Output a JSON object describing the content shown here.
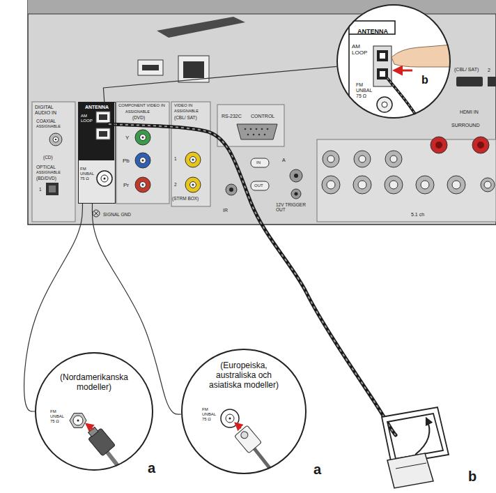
{
  "diagram": {
    "nodes": [
      {
        "text": [
          "ANTENNA",
          "AM LOOP",
          "FM UNBAL 75 Ω"
        ]
      },
      {
        "text": [
          "ANTENNA",
          "AM LOOP",
          "FM UNBAL 75 Ω",
          "b"
        ]
      },
      {
        "text": [
          "(Nordamerikanska modeller)",
          "FM UNBAL 75 Ω"
        ]
      },
      {
        "text": [
          "(Europeiska, australiska och asiatiska modeller)",
          "FM UNBAL 75 Ω"
        ]
      }
    ],
    "edges": [
      {
        "from": 0,
        "to": 1,
        "arrow": "none"
      },
      {
        "from": 0,
        "to": 2,
        "arrow": "none"
      },
      {
        "from": 0,
        "to": 3,
        "arrow": "none"
      }
    ],
    "labels": [
      "DIGITAL AUDIO IN",
      "COAXIAL",
      "ASSIGNABLE",
      "(CD)",
      "OPTICAL",
      "ASSIGNABLE",
      "(BD/DVD)",
      "1",
      "SIGNAL GND",
      "COMPONENT VIDEO IN",
      "ASSIGNABLE",
      "(DVD)",
      "Y",
      "Pb",
      "Pr",
      "VIDEO IN",
      "ASSIGNABLE",
      "(CBL/ SAT)",
      "1",
      "2",
      "(STRM BOX)",
      "RS-232C",
      "CONTROL",
      "IN",
      "OUT",
      "IR",
      "A",
      "12V TRIGGER OUT",
      "5.1 ch",
      "(CBL/ SAT)",
      "2",
      "HDMI IN",
      "SURROUND",
      "a",
      "a",
      "b"
    ]
  }
}
